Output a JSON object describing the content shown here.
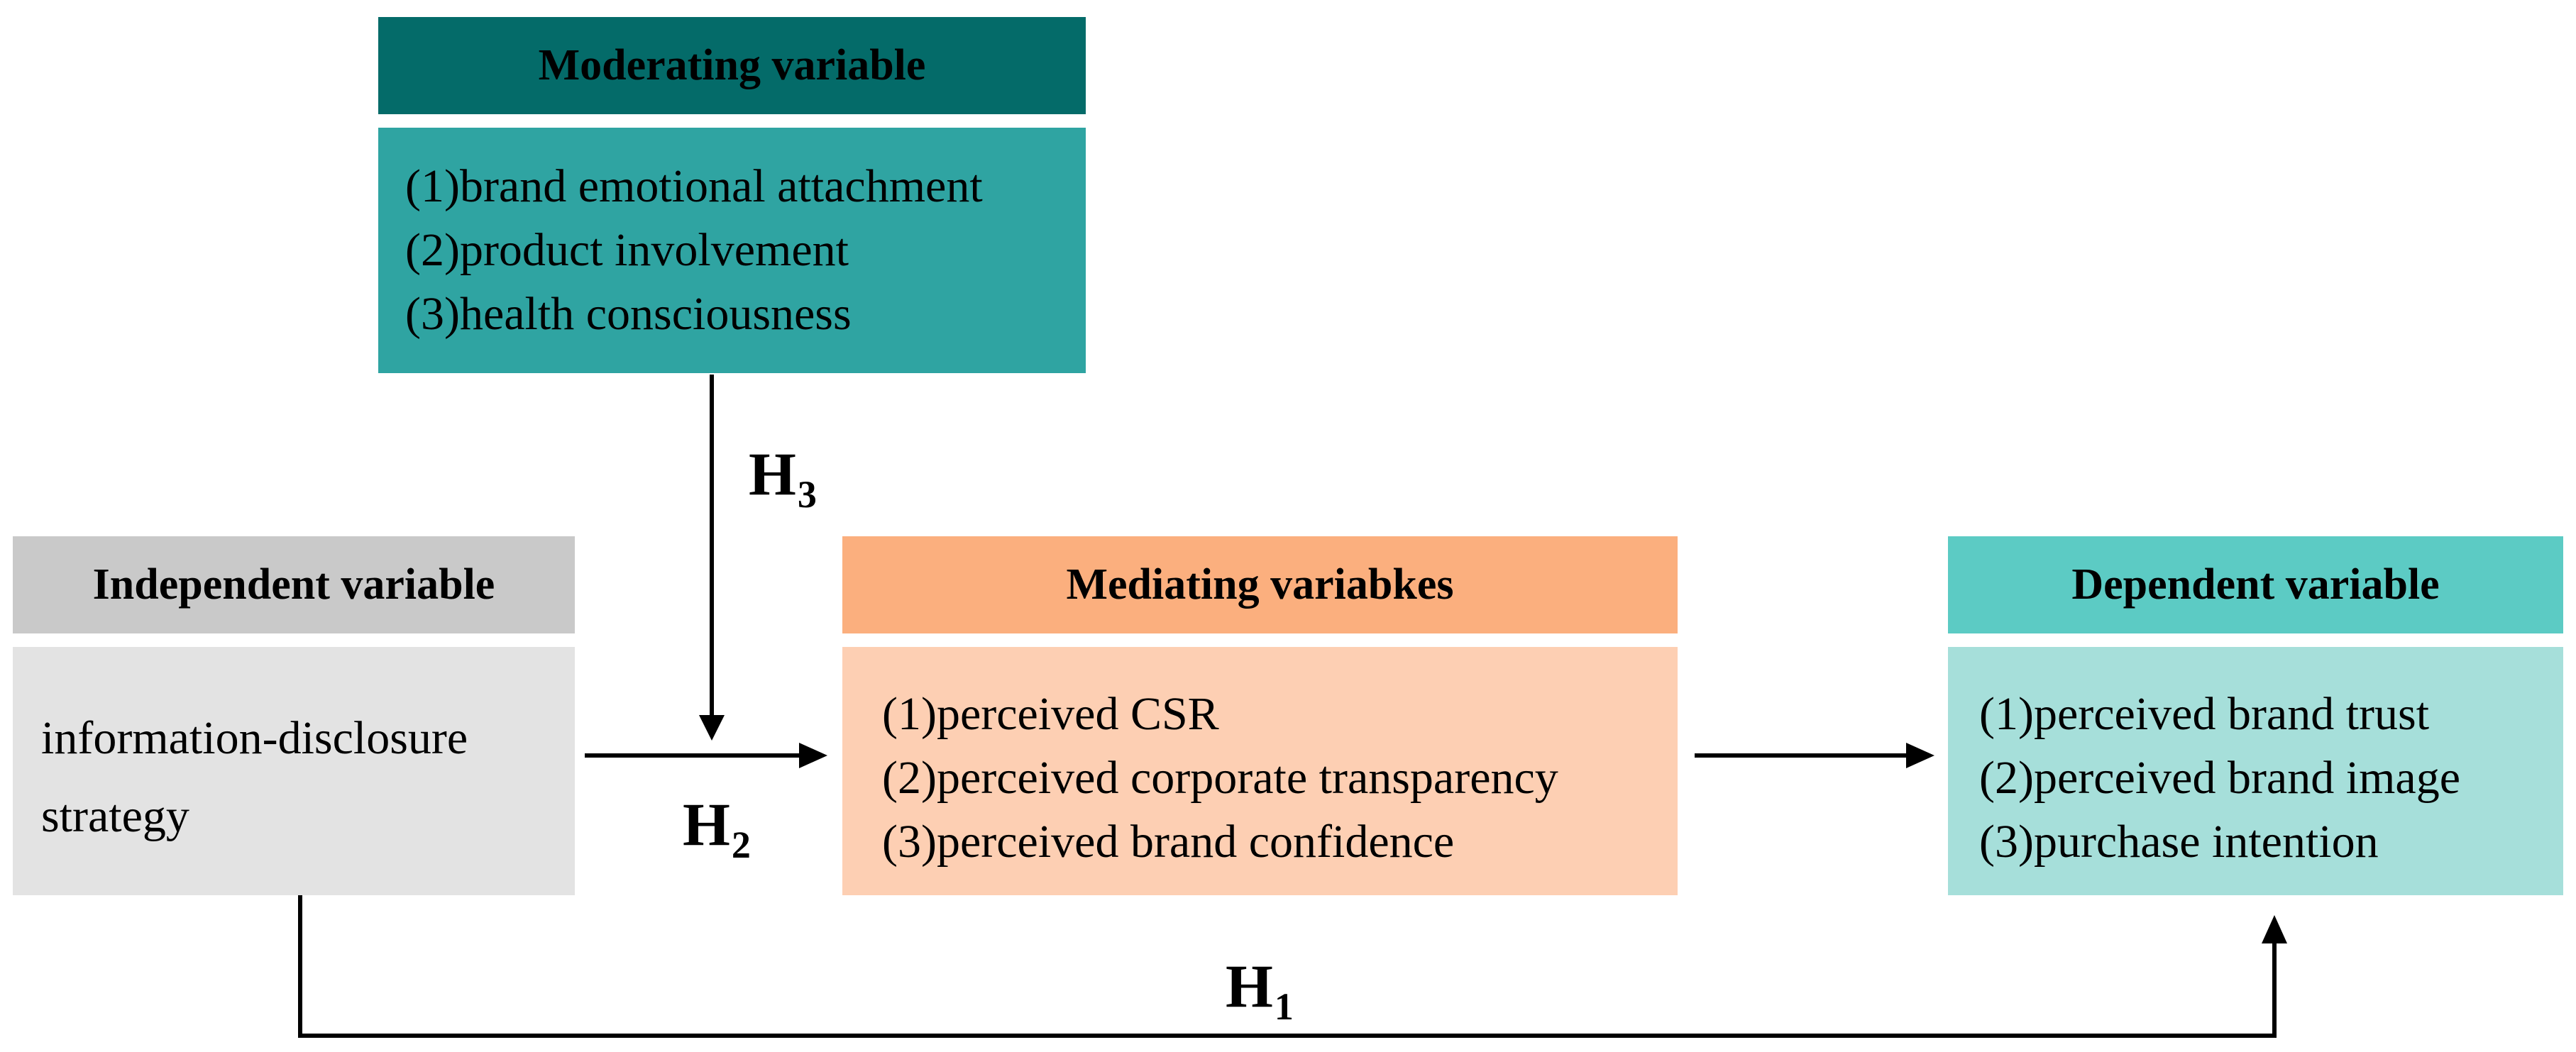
{
  "moderating": {
    "title": "Moderating variable",
    "items": [
      "(1)brand emotional attachment",
      "(2)product involvement",
      "(3)health consciousness"
    ]
  },
  "independent": {
    "title": "Independent variable",
    "lines": [
      "information-disclosure",
      "strategy"
    ]
  },
  "mediating": {
    "title": "Mediating variabkes",
    "items": [
      "(1)perceived CSR",
      "(2)perceived corporate transparency",
      "(3)perceived brand confidence"
    ]
  },
  "dependent": {
    "title": "Dependent variable",
    "items": [
      "(1)perceived brand trust",
      "(2)perceived brand image",
      "(3)purchase intention"
    ]
  },
  "hypotheses": {
    "h1": {
      "letter": "H",
      "sub": "1"
    },
    "h2": {
      "letter": "H",
      "sub": "2"
    },
    "h3": {
      "letter": "H",
      "sub": "3"
    }
  },
  "colors": {
    "moderating_header": "#046b69",
    "moderating_body": "#2fa4a2",
    "independent_header": "#c9c9c9",
    "independent_body": "#e3e3e3",
    "mediating_header": "#fbaf7e",
    "mediating_body": "#fdcfb3",
    "dependent_header": "#5ccbc4",
    "dependent_body": "#a6dfda"
  }
}
